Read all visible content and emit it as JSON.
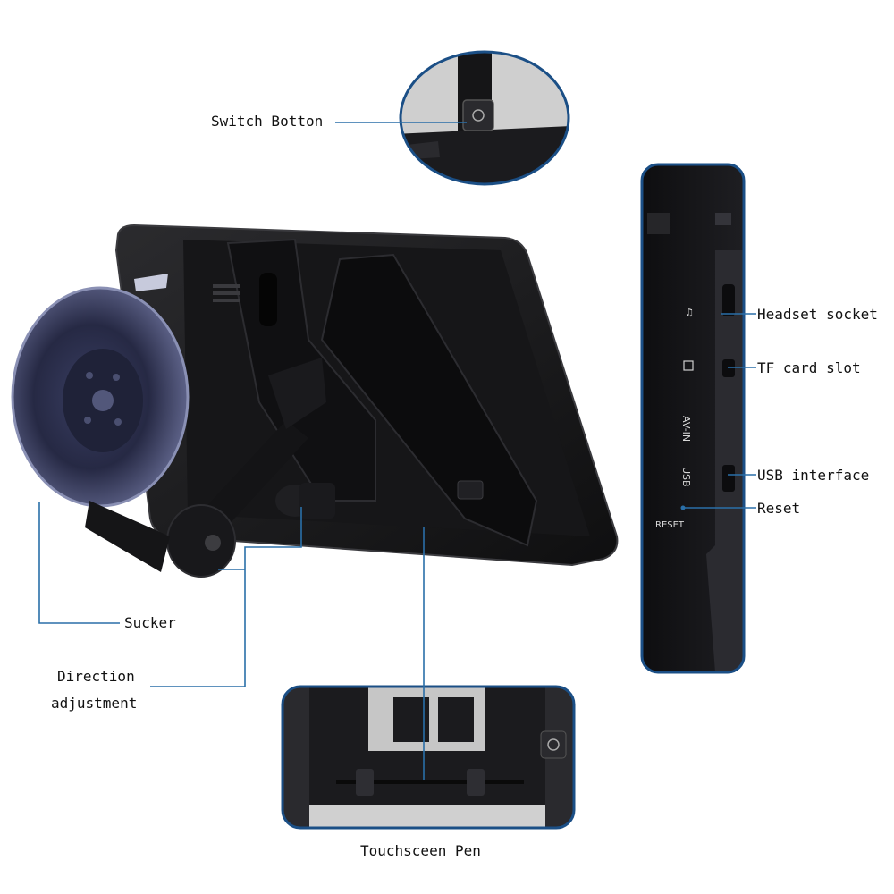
{
  "labels": {
    "switch_button": "Switch Botton",
    "headset": "Headset socket",
    "tf_card": "TF card slot",
    "usb": "USB interface",
    "reset": "Reset",
    "sucker": "Sucker",
    "direction_line1": "Direction",
    "direction_line2": "adjustment",
    "pen": "Touchsceen Pen"
  },
  "side_panel": {
    "av_in": "AV-IN",
    "usb": "USB",
    "reset": "RESET"
  },
  "colors": {
    "callout_line": "#2a6fa8",
    "inset_border": "#1b4f86",
    "device_body": "#1c1c1e",
    "suction_cup": "#2a2d45"
  }
}
